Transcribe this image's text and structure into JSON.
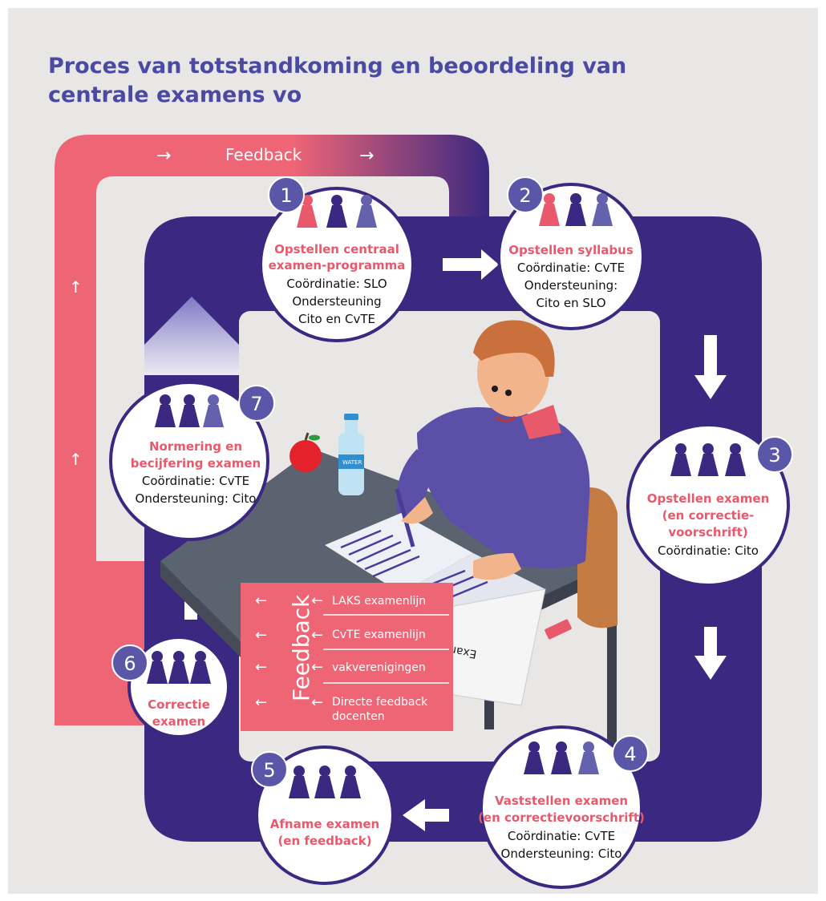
{
  "title": {
    "line1": "Proces van totstandkoming en beoordeling van",
    "line2": "centrale examens vo"
  },
  "top_feedback_label": "Feedback",
  "steps": [
    {
      "num": "1",
      "title": [
        "Opstellen centraal",
        "examen-programma"
      ],
      "text": [
        "Coördinatie: SLO",
        "Ondersteuning",
        "Cito en CvTE"
      ]
    },
    {
      "num": "2",
      "title": [
        "Opstellen syllabus"
      ],
      "text": [
        "Coördinatie: CvTE",
        "Ondersteuning:",
        "Cito en SLO"
      ]
    },
    {
      "num": "3",
      "title": [
        "Opstellen examen",
        "(en correctie-",
        "voorschrift)"
      ],
      "text": [
        "Coördinatie: Cito"
      ]
    },
    {
      "num": "4",
      "title": [
        "Vaststellen examen",
        "(en correctievoorschrift)"
      ],
      "text": [
        "Coördinatie: CvTE",
        "Ondersteuning: Cito"
      ]
    },
    {
      "num": "5",
      "title": [
        "Afname examen",
        "(en feedback)"
      ],
      "text": []
    },
    {
      "num": "6",
      "title": [
        "Correctie",
        "examen"
      ],
      "text": []
    },
    {
      "num": "7",
      "title": [
        "Normering en",
        "becijfering examen"
      ],
      "text": [
        "Coördinatie: CvTE",
        "Ondersteuning: Cito"
      ]
    }
  ],
  "feedback_panel": {
    "vertical_label": "Feedback",
    "items": [
      "LAKS examenlijn",
      "CvTE examenlijn",
      "vakverenigingen",
      [
        "Directe feedback",
        "docenten"
      ]
    ]
  },
  "illustration": {
    "paper_label": "Examen",
    "bottle_label": "WATER"
  },
  "colors": {
    "background": "#e8e7e5",
    "title": "#4a4aa3",
    "purple_loop": "#3b2880",
    "pink_loop": "#ee6576",
    "step_title": "#e8596c",
    "badge": "#5a57a8",
    "circle_border": "#3b2880"
  }
}
